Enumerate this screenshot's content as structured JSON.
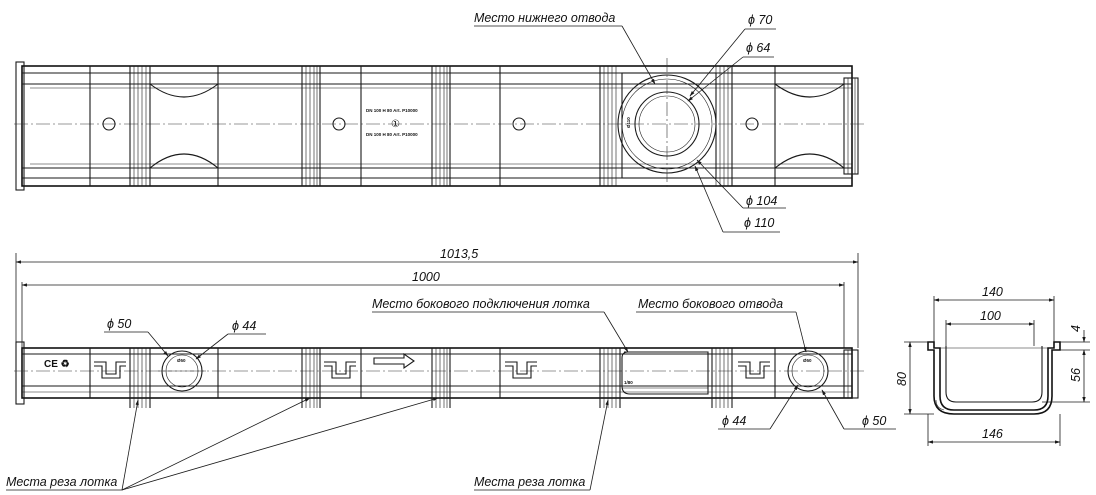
{
  "top_view": {
    "bottom_outlet_label": "Место нижнего отвода",
    "dia_70": "ϕ 70",
    "dia_64": "ϕ 64",
    "dia_104": "ϕ 104",
    "dia_110": "ϕ 110",
    "marking_line_1": "DN 100 H 80 Art. P10000",
    "marking_line_2": "DN 100 H 80 Art. P10000",
    "marking_symbol": "①"
  },
  "front_view": {
    "overall_length": "1013,5",
    "length": "1000",
    "dia_50_left": "ϕ 50",
    "dia_44_left": "ϕ 44",
    "side_connection_label": "Место бокового подключения лотка",
    "side_outlet_label": "Место бокового отвода",
    "dia_44_right": "ϕ 44",
    "dia_50_right": "ϕ 50",
    "cut_places_left": "Места реза лотка",
    "cut_places_right": "Места реза лотка",
    "ce_mark": "CE ♻"
  },
  "section_view": {
    "top_width": "140",
    "inner_width": "100",
    "bottom_width": "146",
    "height": "80",
    "inner_depth": "56",
    "rim": "4"
  }
}
